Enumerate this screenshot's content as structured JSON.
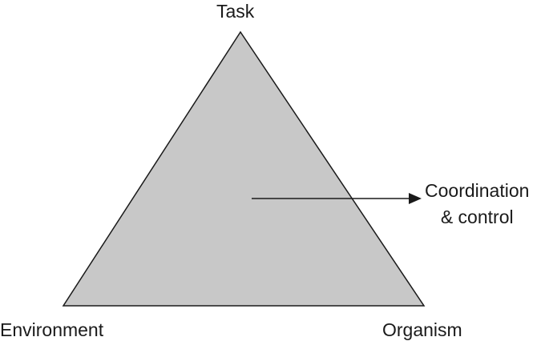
{
  "diagram": {
    "vertices": {
      "top": "Task",
      "bottom_left": "Environment",
      "bottom_right": "Organism"
    },
    "output_label": {
      "line1": "Coordination",
      "line2": "& control"
    },
    "colors": {
      "triangle_fill": "#c8c8c8",
      "stroke": "#1a1a1a",
      "background": "#ffffff"
    }
  }
}
